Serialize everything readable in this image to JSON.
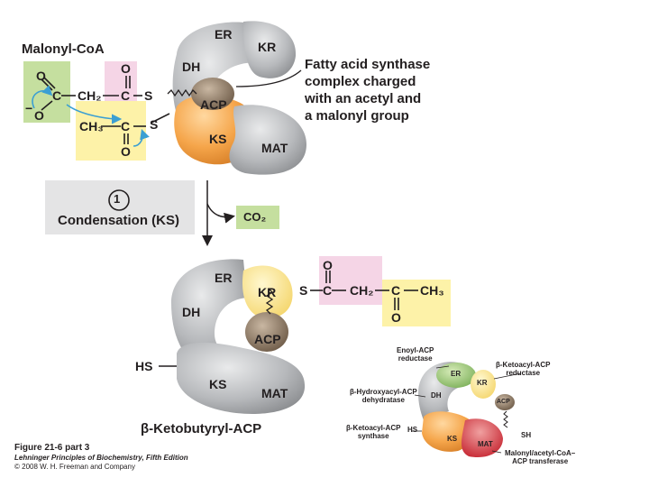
{
  "top": {
    "title": "Malonyl-CoA",
    "description_lines": [
      "Fatty acid synthase",
      "complex charged",
      "with an acetyl and",
      "a malonyl group"
    ]
  },
  "domains": {
    "er": "ER",
    "kr": "KR",
    "dh": "DH",
    "acp": "ACP",
    "ks": "KS",
    "mat": "MAT"
  },
  "chem": {
    "o": "O",
    "c": "C",
    "s": "S",
    "ch2": "CH₂",
    "ch3": "CH₃",
    "minus": "−",
    "hs": "HS",
    "co2": "CO₂"
  },
  "step": {
    "number": "1",
    "label": "Condensation (KS)"
  },
  "bottom": {
    "title": "β-Ketobutyryl-ACP"
  },
  "inset": {
    "enoyl": [
      "Enoyl-ACP",
      "reductase"
    ],
    "ketoacyl_red": [
      "β-Ketoacyl-ACP",
      "reductase"
    ],
    "hydroxyacyl": [
      "β-Hydroxyacyl-ACP",
      "dehydratase"
    ],
    "ketoacyl_syn": [
      "β-Ketoacyl-ACP",
      "synthase"
    ],
    "transferase": [
      "Malonyl/acetyl-CoA–",
      "ACP transferase"
    ],
    "sh": "SH"
  },
  "caption": {
    "figure": "Figure 21-6 part 3",
    "book": "Lehninger Principles of Biochemistry, Fifth Edition",
    "copyright": "© 2008 W. H. Freeman and Company"
  },
  "colors": {
    "gray_domain": "#a7a9ac",
    "orange_domain": "#f7a84a",
    "yellow_domain": "#fde89a",
    "brown_acp": "#8b7763",
    "green_box": "#c5df9f",
    "pink_box": "#f5d5e6",
    "yellow_box": "#fdf2a8",
    "step_box": "#e4e4e5",
    "blue_arrow": "#3b9fd3"
  }
}
